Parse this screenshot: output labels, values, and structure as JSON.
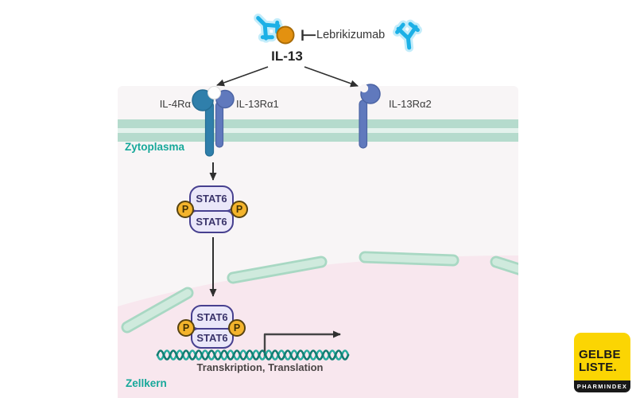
{
  "diagram": {
    "inhibitor": {
      "label": "Lebrikizumab"
    },
    "ligand": {
      "label": "IL-13"
    },
    "receptors": {
      "il4ra": "IL-4Rα",
      "il13ra1": "IL-13Rα1",
      "il13ra2": "IL-13Rα2"
    },
    "compartments": {
      "cytoplasm": "Zytoplasma",
      "nucleus": "Zellkern"
    },
    "molecules": {
      "stat6": "STAT6",
      "phosphate": "P"
    },
    "process": {
      "label": "Transkription, Translation"
    }
  },
  "logo": {
    "line1": "GELBE",
    "line2": "LISTE.",
    "tagline": "PHARMINDEX"
  },
  "colors": {
    "teal_label": "#17a89a",
    "membrane_green": "#b5dbcd",
    "cytoplasm_gray": "#f8f5f6",
    "nucleus_pink": "#f8e7ee",
    "envelope_capsule": "#cfeadd",
    "antibody_cyan": "#1cb0e6",
    "il13_orange": "#e39110",
    "receptor_dark_blue": "#2f7fab",
    "receptor_light_blue": "#6079bd",
    "stat6_purple": "#47408f",
    "phosphate_yellow": "#f4b42c",
    "dna_teal_dark": "#117c71",
    "dna_teal_light": "#27ab9e",
    "logo_yellow": "#fbd503"
  }
}
